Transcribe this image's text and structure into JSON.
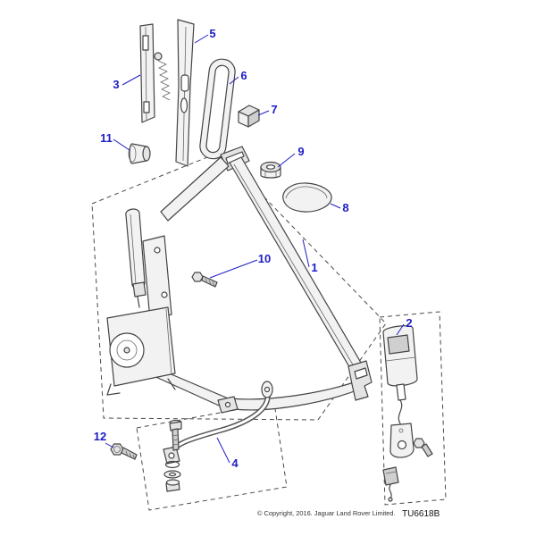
{
  "diagram": {
    "code": "TU6618B",
    "copyright": "© Copyright, 2016. Jaguar Land Rover Limited.",
    "callouts": [
      "1",
      "2",
      "3",
      "4",
      "5",
      "6",
      "7",
      "8",
      "9",
      "10",
      "11",
      "12"
    ]
  },
  "colors": {
    "callout_blue": "#1d1dc4",
    "line_art": "#444444",
    "background": "#ffffff"
  }
}
